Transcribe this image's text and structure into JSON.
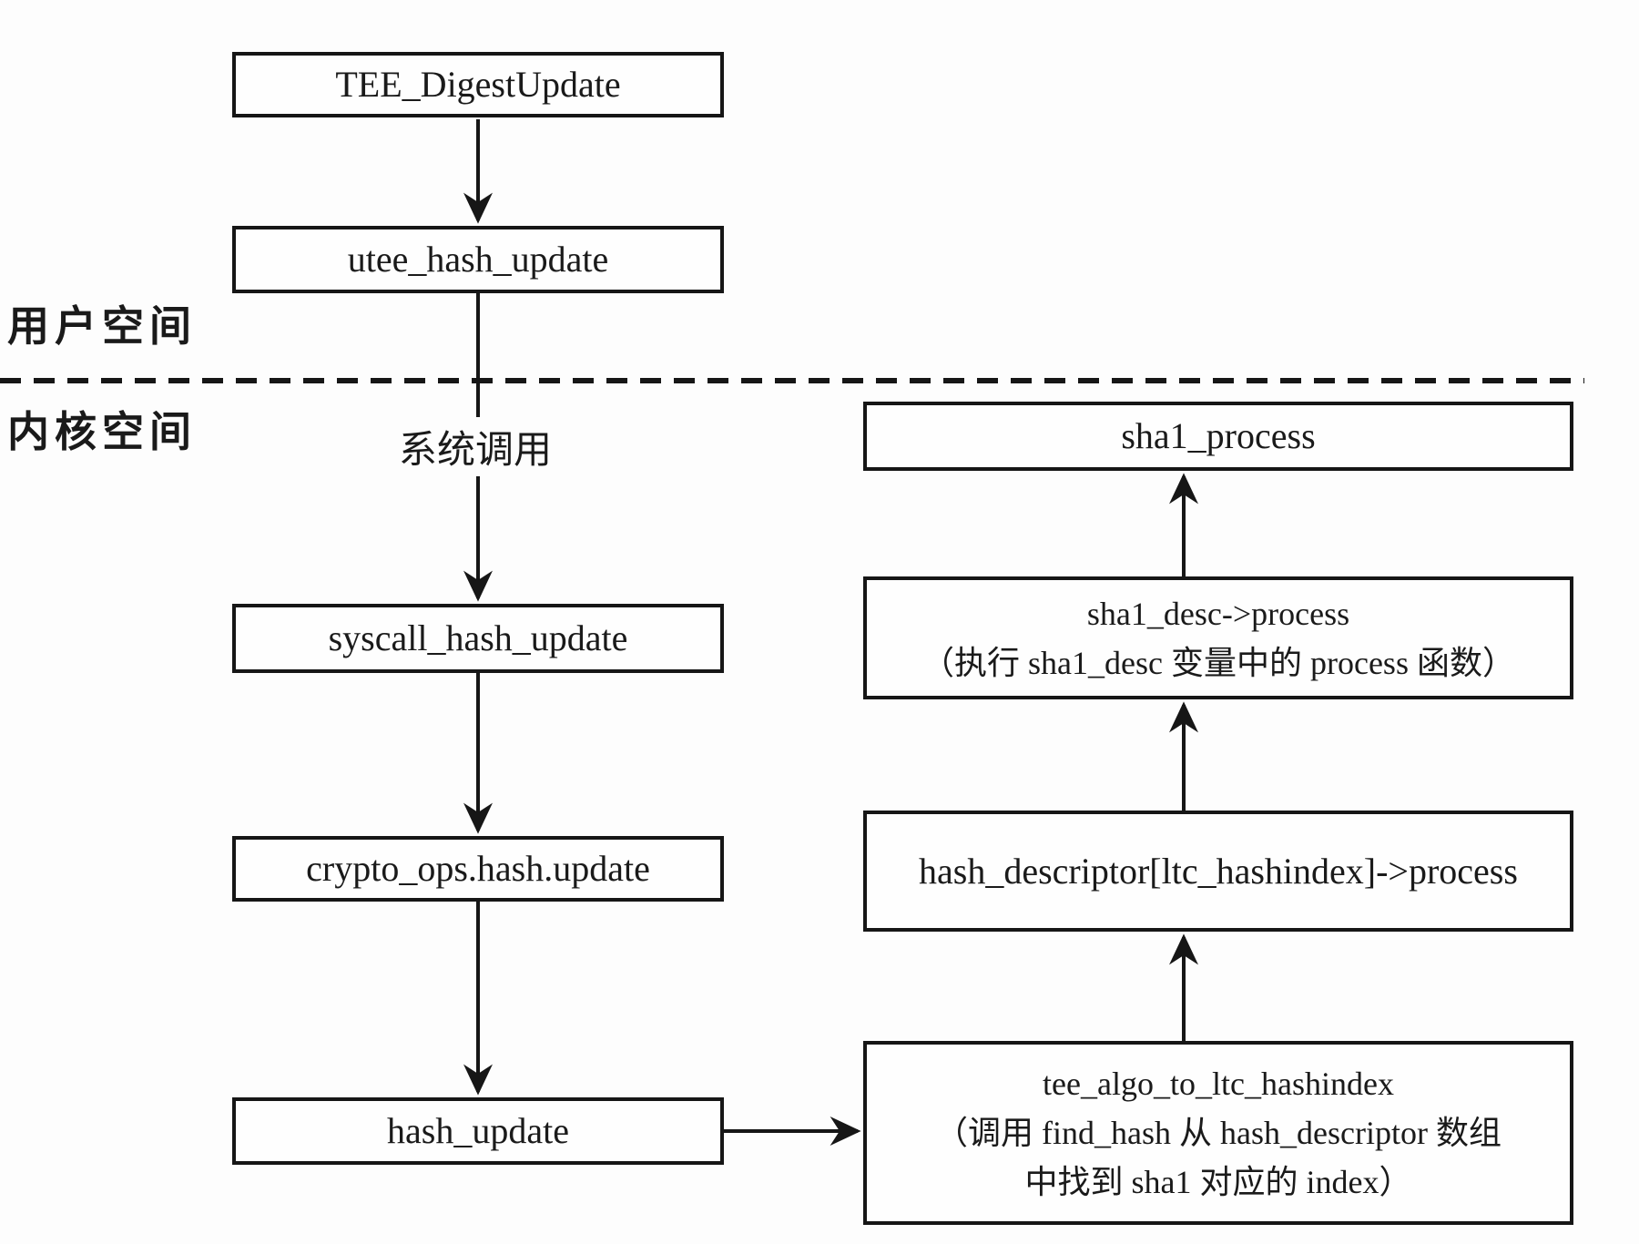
{
  "diagram": {
    "zones": {
      "user_space_label": "用户空间",
      "kernel_space_label": "内核空间"
    },
    "boundary": {
      "type": "dashed-line",
      "meaning": "user/kernel boundary"
    },
    "syscall_edge_label": "系统调用",
    "left_flow": {
      "tee_digest_update": "TEE_DigestUpdate",
      "utee_hash_update": "utee_hash_update",
      "syscall_hash_update": "syscall_hash_update",
      "crypto_ops_hash_update": "crypto_ops.hash.update",
      "hash_update": "hash_update"
    },
    "right_flow": {
      "sha1_process": "sha1_process",
      "sha1_desc_process": {
        "line1": "sha1_desc->process",
        "line2": "（执行 sha1_desc 变量中的 process 函数）"
      },
      "hash_descriptor_process": "hash_descriptor[ltc_hashindex]->process",
      "tee_algo_to_ltc_hashindex": {
        "line1": "tee_algo_to_ltc_hashindex",
        "line2": "（调用 find_hash 从 hash_descriptor 数组",
        "line3": "中找到 sha1 对应的 index）"
      }
    },
    "colors": {
      "line": "#161616",
      "background": "#fdfdfd",
      "text": "#1a1a1a"
    }
  }
}
